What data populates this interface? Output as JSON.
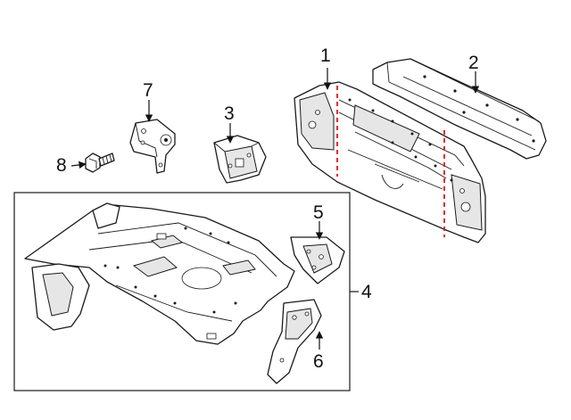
{
  "callouts": {
    "c1": "1",
    "c2": "2",
    "c3": "3",
    "c4": "4",
    "c5": "5",
    "c6": "6",
    "c7": "7",
    "c8": "8"
  },
  "colors": {
    "line": "#1a1a1a",
    "cut_line": "#e01515",
    "background": "#ffffff"
  }
}
